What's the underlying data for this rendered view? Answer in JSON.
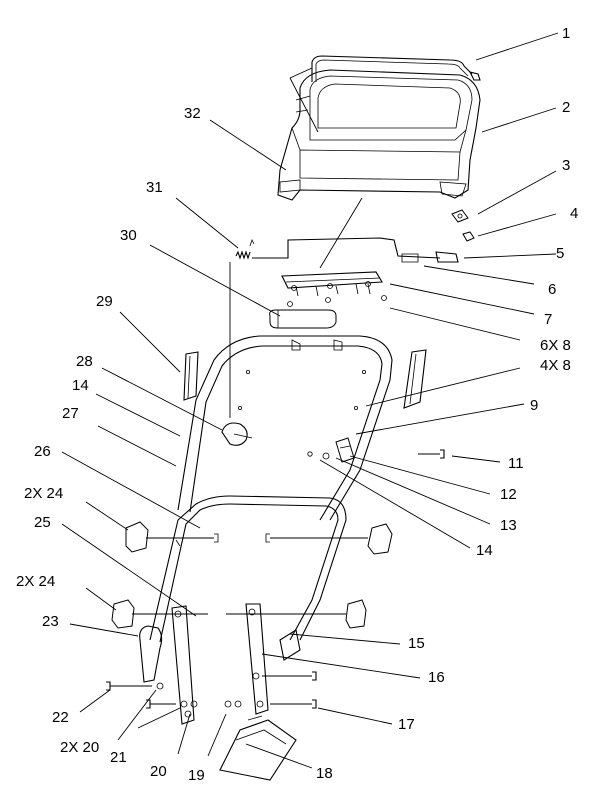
{
  "diagram": {
    "callouts": [
      {
        "id": "c1",
        "label": "1"
      },
      {
        "id": "c2",
        "label": "2"
      },
      {
        "id": "c3",
        "label": "3"
      },
      {
        "id": "c4",
        "label": "4"
      },
      {
        "id": "c5",
        "label": "5"
      },
      {
        "id": "c6",
        "label": "6"
      },
      {
        "id": "c7",
        "label": "7"
      },
      {
        "id": "c6x8",
        "label": "6X 8"
      },
      {
        "id": "c4x8",
        "label": "4X 8"
      },
      {
        "id": "c9",
        "label": "9"
      },
      {
        "id": "c11",
        "label": "11"
      },
      {
        "id": "c12",
        "label": "12"
      },
      {
        "id": "c13",
        "label": "13"
      },
      {
        "id": "c14r",
        "label": "14"
      },
      {
        "id": "c15",
        "label": "15"
      },
      {
        "id": "c16",
        "label": "16"
      },
      {
        "id": "c17",
        "label": "17"
      },
      {
        "id": "c18",
        "label": "18"
      },
      {
        "id": "c19",
        "label": "19"
      },
      {
        "id": "c20",
        "label": "20"
      },
      {
        "id": "c21",
        "label": "21"
      },
      {
        "id": "c2x20",
        "label": "2X 20"
      },
      {
        "id": "c22",
        "label": "22"
      },
      {
        "id": "c23",
        "label": "23"
      },
      {
        "id": "c2x24b",
        "label": "2X 24"
      },
      {
        "id": "c25",
        "label": "25"
      },
      {
        "id": "c2x24a",
        "label": "2X 24"
      },
      {
        "id": "c26",
        "label": "26"
      },
      {
        "id": "c27",
        "label": "27"
      },
      {
        "id": "c14l",
        "label": "14"
      },
      {
        "id": "c28",
        "label": "28"
      },
      {
        "id": "c29",
        "label": "29"
      },
      {
        "id": "c30",
        "label": "30"
      },
      {
        "id": "c31",
        "label": "31"
      },
      {
        "id": "c32",
        "label": "32"
      }
    ]
  }
}
